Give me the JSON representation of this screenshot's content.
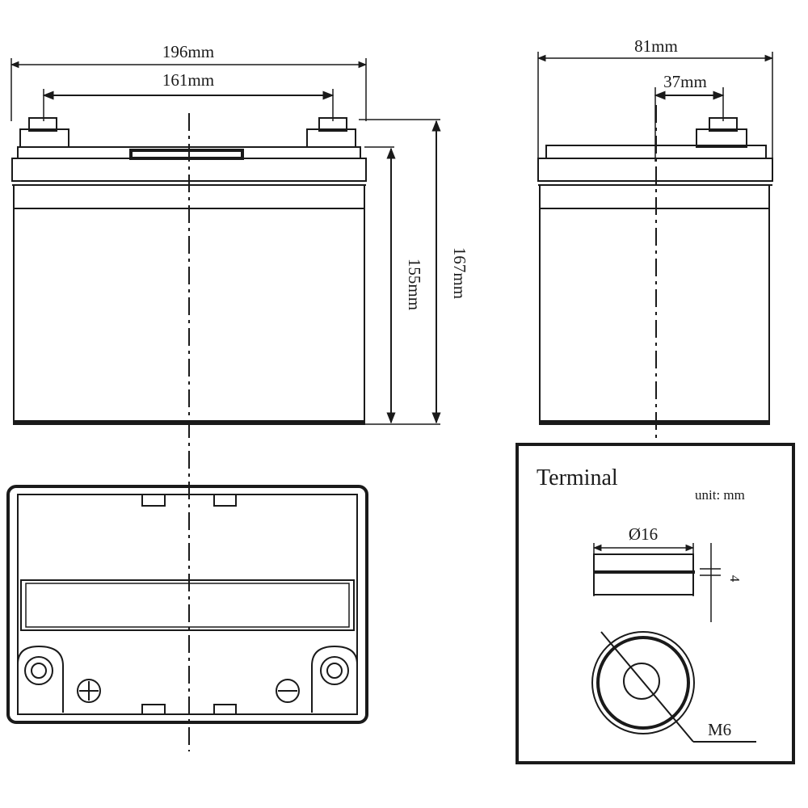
{
  "front_view": {
    "overall_width": "196mm",
    "terminal_spacing": "161mm",
    "container_height": "155mm",
    "total_height": "167mm"
  },
  "side_view": {
    "overall_depth": "81mm",
    "terminal_offset": "37mm"
  },
  "top_view": {
    "positive_symbol": "plus-symbol",
    "negative_symbol": "minus-symbol"
  },
  "terminal_detail": {
    "title": "Terminal",
    "unit": "unit: mm",
    "diameter": "Ø16",
    "thickness": "4",
    "bolt": "M6"
  }
}
